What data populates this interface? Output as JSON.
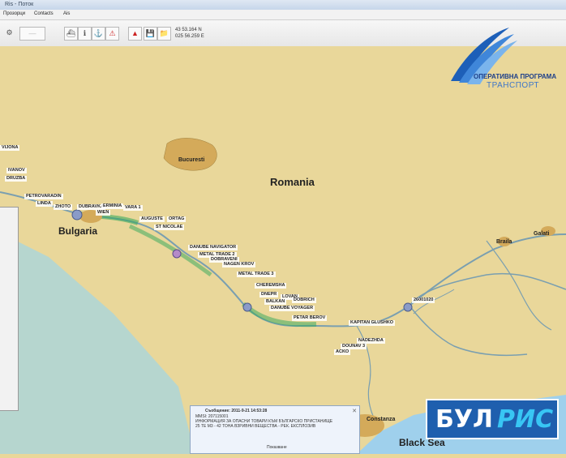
{
  "window": {
    "title": "Ris - Поток"
  },
  "menu": {
    "items": [
      "Прозорци",
      "Contacts",
      "Ais"
    ]
  },
  "toolbar": {
    "coord_lat": "43 53.164 N",
    "coord_lon": "025 56.259 E"
  },
  "map": {
    "country_romania": "Romania",
    "country_bulgaria": "Bulgaria",
    "city_bucuresti": "Bucuresti",
    "city_braila": "Braila",
    "city_galati": "Galati",
    "city_constanza": "Constanza",
    "sea_label": "Black Sea",
    "vessels": [
      "PETROVARADIN",
      "LINDA",
      "ZHOTO",
      "DUBRAVKA",
      "ERMINIA",
      "VARA 1",
      "WIEN",
      "AUGUSTE",
      "ORTAG",
      "DANUBE NAVIGATOR",
      "METAL TRADE 2",
      "DOBRAVENI",
      "NAGEN KROV",
      "METAL TRADE 3",
      "CHEREMSHA",
      "DNEPR",
      "LOVAN",
      "BALKAN",
      "DANUBE VOYAGER",
      "PETAR BEROV",
      "KAPITAN GLUSHKO",
      "DOBRICH",
      "NADEZHDA",
      "DOUNAV 3",
      "26001020",
      "ST NICOLAE",
      "VIJONA",
      "IVANOV",
      "DRUZBA",
      "ACKO"
    ]
  },
  "notification": {
    "title": "Съобщение: 2011-9-21 14:53:28",
    "line1": "MMSI: 207115001",
    "line2": "ИНФОРМАЦИЯ ЗА ОПАСНИ ТОВАРИ КЪМ БЪЛГАРСКО ПРИСТАНИЩЕ",
    "line3": "25 ТЕ М3 - 42 ТОНА ВЗРИВНИ ВЕЩЕСТВА - РЕК. ЕКСПЛОЗИВ",
    "button": "Показване"
  },
  "logos": {
    "op_line1": "ОПЕРАТИВНА ПРОГРАМА",
    "op_line2": "ТРАНСПОРТ",
    "bulris_part1": "БУЛ",
    "bulris_part2": "РИС"
  },
  "colors": {
    "land": "#e9d79a",
    "sea": "#9fd0ec",
    "river": "#7a9fb0",
    "city_fill": "#d4aa5a",
    "bulris_blue": "#1f5fae",
    "bulris_cyan": "#38c6f4"
  }
}
